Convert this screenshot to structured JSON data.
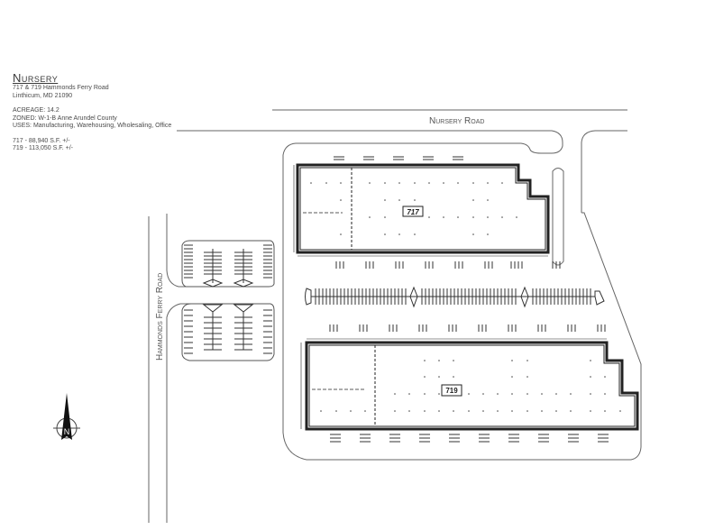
{
  "site": {
    "title": "Nursery",
    "address_line1": "717 & 719 Hammonds Ferry Road",
    "address_line2": "Linthicum,  MD 21090",
    "acreage": "ACREAGE: 14.2",
    "zoned": "ZONED: W-1-B Anne Arundel County",
    "uses": "USES: Manufacturing, Warehousing, Wholesaling, Office",
    "bldg_717_sf": "717 - 88,940 S.F. +/-",
    "bldg_719_sf": "719 - 113,050 S.F. +/-"
  },
  "roads": {
    "nursery": "Nursery Road",
    "hammonds_ferry": "Hammonds Ferry Road"
  },
  "buildings": [
    {
      "id": "717",
      "label": "717"
    },
    {
      "id": "719",
      "label": "719"
    }
  ],
  "compass": {
    "icon": "north-arrow-icon",
    "label": "N"
  },
  "colors": {
    "line": "#333333",
    "thin_line": "#666666",
    "text": "#4a4a4a"
  }
}
